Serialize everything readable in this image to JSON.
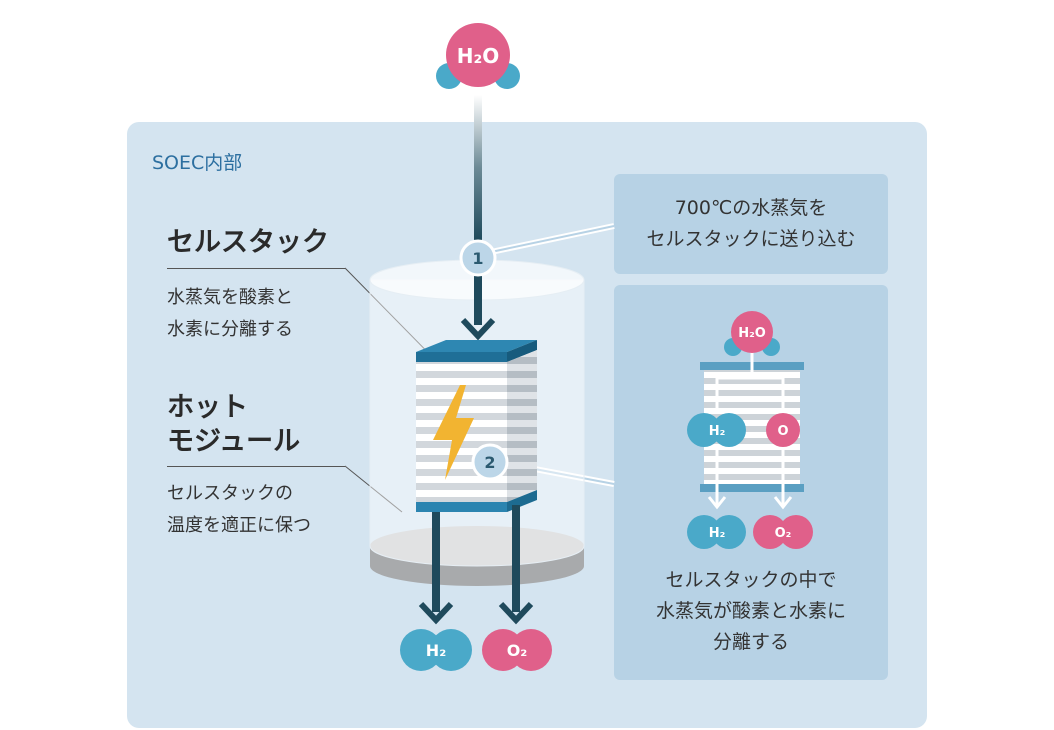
{
  "water_in": {
    "label": "H₂O"
  },
  "panel": {
    "label": "SOEC内部"
  },
  "cell_stack": {
    "title": "セルスタック",
    "desc_lines": [
      "水蒸気を酸素と",
      "水素に分離する"
    ]
  },
  "hot_module": {
    "title_lines": [
      "ホット",
      "モジュール"
    ],
    "desc_lines": [
      "セルスタックの",
      "温度を適正に保つ"
    ]
  },
  "step1": {
    "number": "1",
    "lines": [
      "700℃の水蒸気を",
      "セルスタックに送り込む"
    ]
  },
  "step2": {
    "number": "2",
    "lines": [
      "セルスタックの中で",
      "水蒸気が酸素と水素に",
      "分離する"
    ]
  },
  "outputs": {
    "hydrogen": "H₂",
    "oxygen": "O₂"
  },
  "detail": {
    "input": "H₂O",
    "intermediate_h": "H₂",
    "intermediate_o": "O",
    "output_h": "H₂",
    "output_o": "O₂"
  },
  "colors": {
    "panel": "#d4e4f0",
    "box": "#b7d2e5",
    "arrow": "#1f4a5c",
    "teal": "#4aa9c9",
    "pink": "#e0608a",
    "bolt": "#f2b431",
    "stack_top": "#2b84b0"
  }
}
